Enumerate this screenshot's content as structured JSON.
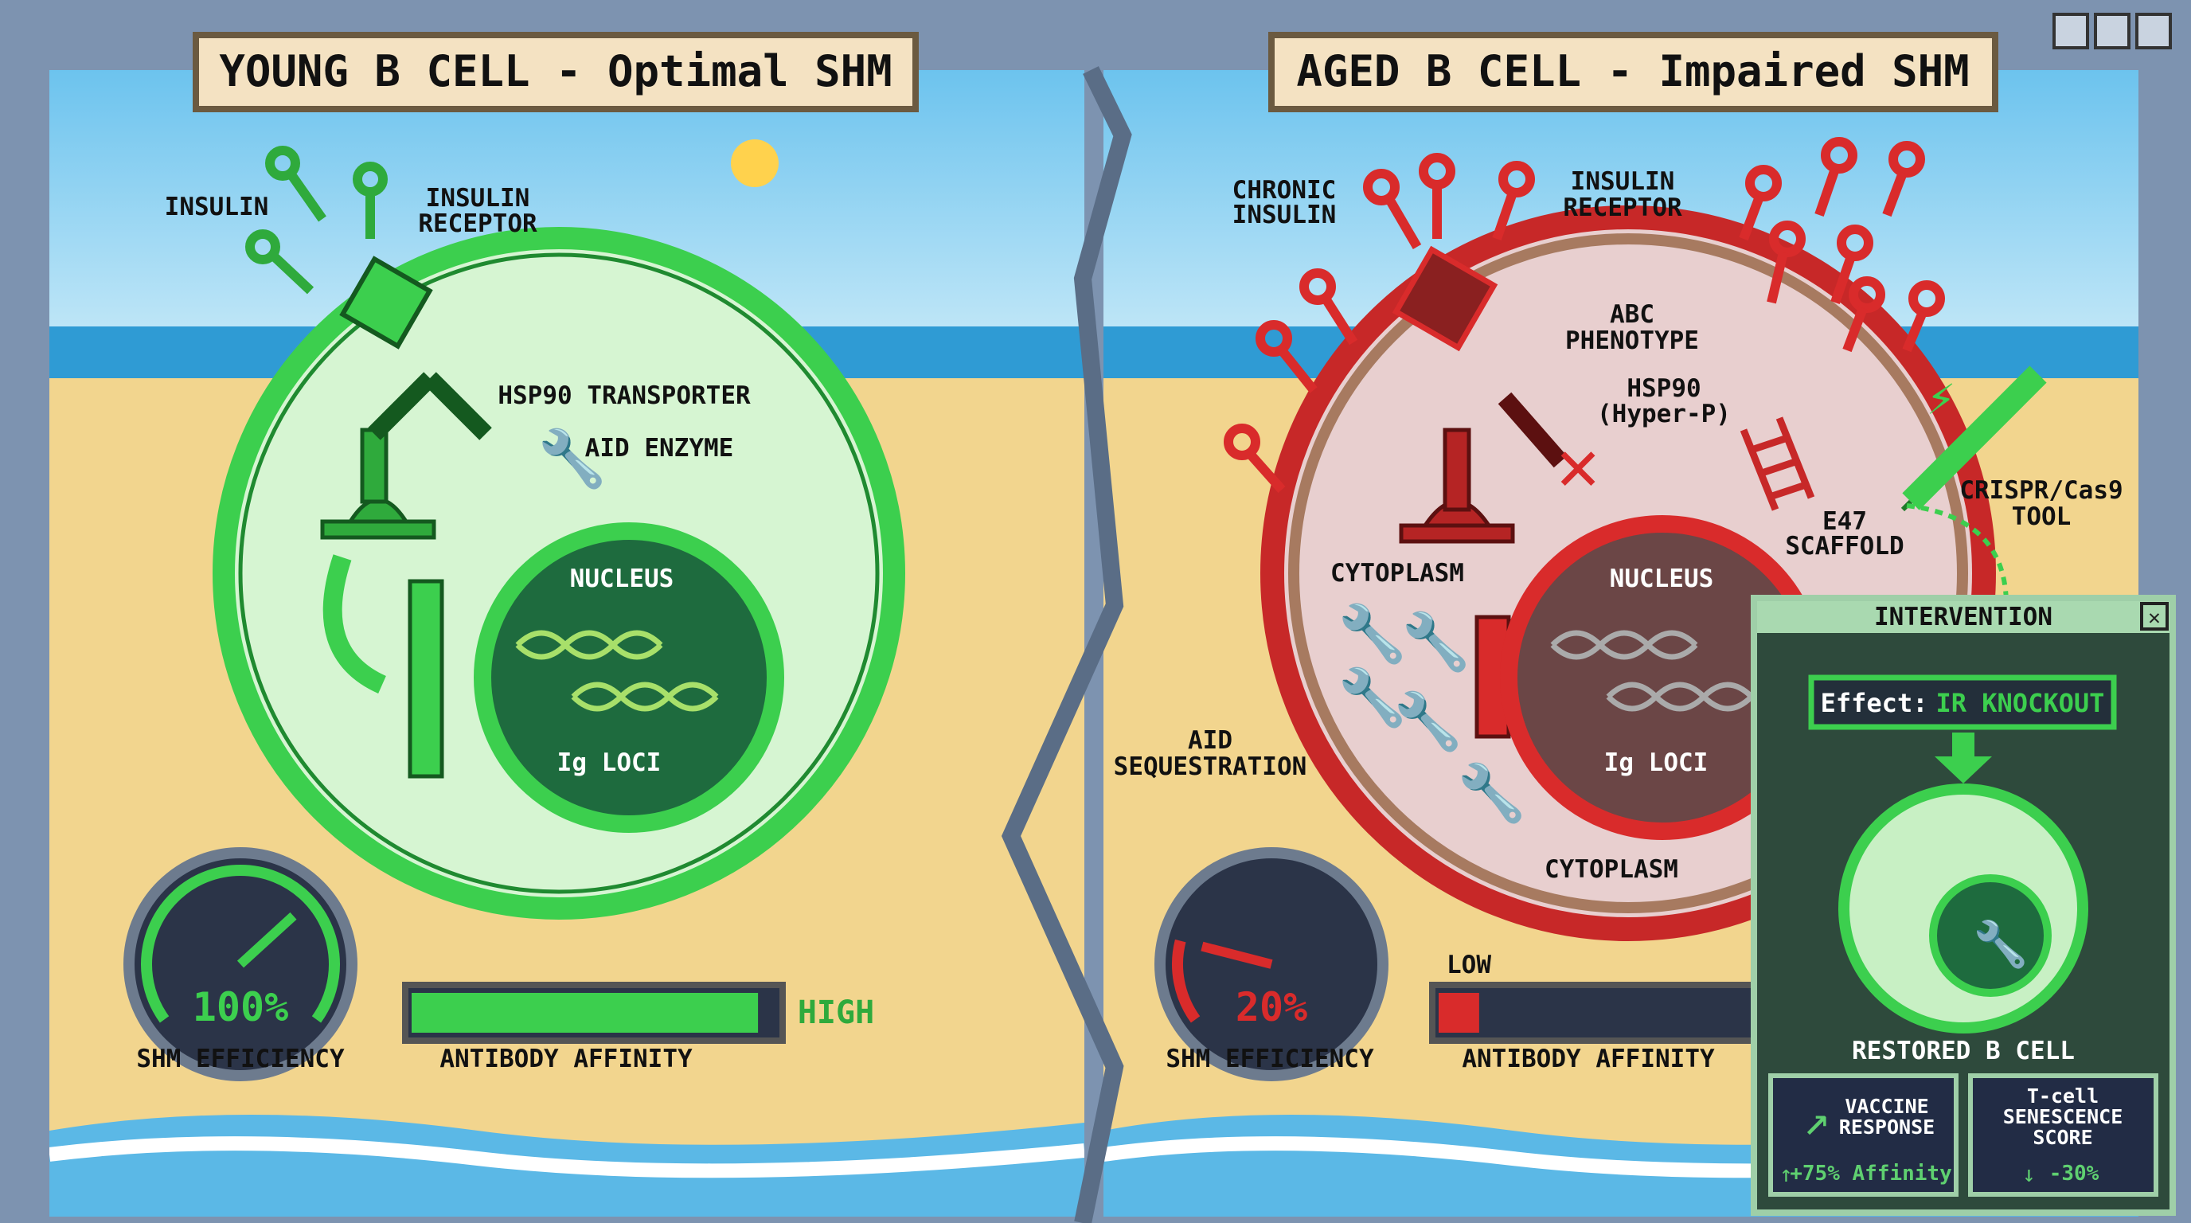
{
  "window": {
    "controls": [
      "minimize",
      "maximize",
      "close"
    ]
  },
  "young": {
    "title": "YOUNG B CELL - Optimal SHM",
    "insulin": "INSULIN",
    "receptor": [
      "INSULIN",
      "RECEPTOR"
    ],
    "hsp90": "HSP90 TRANSPORTER",
    "aid": "AID ENZYME",
    "nucleus": "NUCLEUS",
    "igloci": "Ig LOCI",
    "gauge_value": "100%",
    "gauge_fraction": 1.0,
    "gauge_label": "SHM EFFICIENCY",
    "affinity_label": "ANTIBODY AFFINITY",
    "affinity_level": "HIGH",
    "affinity_fraction": 0.95
  },
  "aged": {
    "title": "AGED B CELL - Impaired SHM",
    "chronic": [
      "CHRONIC",
      "INSULIN"
    ],
    "receptor": [
      "INSULIN",
      "RECEPTOR"
    ],
    "abc": [
      "ABC",
      "PHENOTYPE"
    ],
    "hsp90": [
      "HSP90",
      "(Hyper-P)"
    ],
    "e47": [
      "E47",
      "SCAFFOLD"
    ],
    "crispr": [
      "CRISPR/Cas9",
      "TOOL"
    ],
    "cytoplasm": "CYTOPLASM",
    "cytoplasm_bottom": "CYTOPLASM",
    "nucleus": "NUCLEUS",
    "igloci": "Ig LOCI",
    "aid_seq": [
      "AID",
      "SEQUESTRATION"
    ],
    "gauge_value": "20%",
    "gauge_fraction": 0.2,
    "gauge_label": "SHM EFFICIENCY",
    "affinity_label": "ANTIBODY AFFINITY",
    "affinity_level": "LOW",
    "affinity_fraction": 0.12
  },
  "intervention": {
    "title": "INTERVENTION",
    "effect_prefix": "Effect:",
    "effect_value": "IR KNOCKOUT",
    "restored": "RESTORED B CELL",
    "card1": {
      "title": [
        "VACCINE",
        "RESPONSE"
      ],
      "value": "+75% Affinity"
    },
    "card2": {
      "title": [
        "T-cell",
        "SENESCENCE",
        "SCORE"
      ],
      "value": "-30%"
    }
  },
  "colors": {
    "green": "#3ccf4e",
    "red": "#d92b2b",
    "panel": "#2e4a3c",
    "frame": "#7d93b0"
  }
}
